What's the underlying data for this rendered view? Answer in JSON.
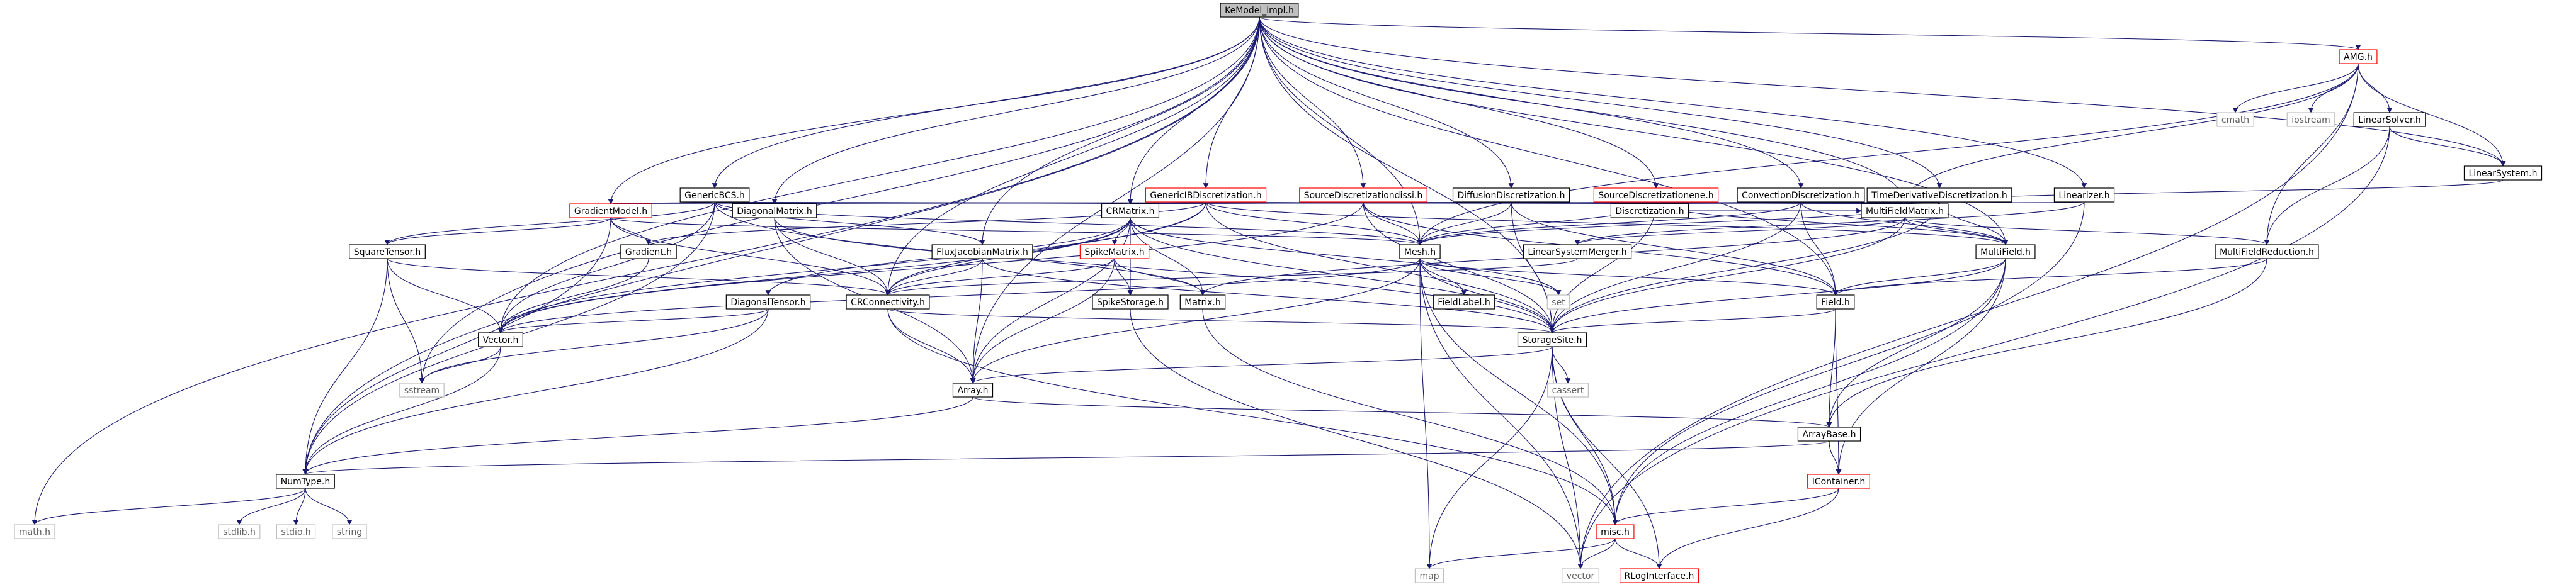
{
  "diagram": {
    "colors": {
      "root_fill": "#bfbfbf",
      "node_fill": "#ffffff",
      "node_stroke": "#000000",
      "red_stroke": "#ff0000",
      "system_stroke": "#bfbfbf",
      "edge": "#191970",
      "text": "#000000",
      "system_text": "#606060"
    },
    "nodes": [
      {
        "id": "KeModel_impl.h",
        "label": "KeModel_impl.h",
        "style": "root"
      },
      {
        "id": "AMG.h",
        "label": "AMG.h",
        "style": "red"
      },
      {
        "id": "cmath",
        "label": "cmath",
        "style": "system"
      },
      {
        "id": "iostream",
        "label": "iostream",
        "style": "system"
      },
      {
        "id": "LinearSolver.h",
        "label": "LinearSolver.h",
        "style": "normal"
      },
      {
        "id": "LinearSystem.h",
        "label": "LinearSystem.h",
        "style": "normal"
      },
      {
        "id": "GenericBCS.h",
        "label": "GenericBCS.h",
        "style": "normal"
      },
      {
        "id": "GenericIBDiscretization.h",
        "label": "GenericIBDiscretization.h",
        "style": "red"
      },
      {
        "id": "SourceDiscretizationdissi.h",
        "label": "SourceDiscretizationdissi.h",
        "style": "red"
      },
      {
        "id": "DiffusionDiscretization.h",
        "label": "DiffusionDiscretization.h",
        "style": "normal"
      },
      {
        "id": "SourceDiscretizationene.h",
        "label": "SourceDiscretizationene.h",
        "style": "red"
      },
      {
        "id": "ConvectionDiscretization.h",
        "label": "ConvectionDiscretization.h",
        "style": "normal"
      },
      {
        "id": "TimeDerivativeDiscretization.h",
        "label": "TimeDerivativeDiscretization.h",
        "style": "normal"
      },
      {
        "id": "Linearizer.h",
        "label": "Linearizer.h",
        "style": "normal"
      },
      {
        "id": "GradientModel.h",
        "label": "GradientModel.h",
        "style": "red"
      },
      {
        "id": "DiagonalMatrix.h",
        "label": "DiagonalMatrix.h",
        "style": "normal"
      },
      {
        "id": "CRMatrix.h",
        "label": "CRMatrix.h",
        "style": "normal"
      },
      {
        "id": "Discretization.h",
        "label": "Discretization.h",
        "style": "normal"
      },
      {
        "id": "MultiFieldMatrix.h",
        "label": "MultiFieldMatrix.h",
        "style": "normal"
      },
      {
        "id": "SquareTensor.h",
        "label": "SquareTensor.h",
        "style": "normal"
      },
      {
        "id": "Gradient.h",
        "label": "Gradient.h",
        "style": "normal"
      },
      {
        "id": "FluxJacobianMatrix.h",
        "label": "FluxJacobianMatrix.h",
        "style": "normal"
      },
      {
        "id": "SpikeMatrix.h",
        "label": "SpikeMatrix.h",
        "style": "red"
      },
      {
        "id": "Mesh.h",
        "label": "Mesh.h",
        "style": "normal"
      },
      {
        "id": "LinearSystemMerger.h",
        "label": "LinearSystemMerger.h",
        "style": "normal"
      },
      {
        "id": "MultiField.h",
        "label": "MultiField.h",
        "style": "normal"
      },
      {
        "id": "MultiFieldReduction.h",
        "label": "MultiFieldReduction.h",
        "style": "normal"
      },
      {
        "id": "DiagonalTensor.h",
        "label": "DiagonalTensor.h",
        "style": "normal"
      },
      {
        "id": "CRConnectivity.h",
        "label": "CRConnectivity.h",
        "style": "normal"
      },
      {
        "id": "SpikeStorage.h",
        "label": "SpikeStorage.h",
        "style": "normal"
      },
      {
        "id": "Matrix.h",
        "label": "Matrix.h",
        "style": "normal"
      },
      {
        "id": "FieldLabel.h",
        "label": "FieldLabel.h",
        "style": "normal"
      },
      {
        "id": "set",
        "label": "set",
        "style": "system"
      },
      {
        "id": "Field.h",
        "label": "Field.h",
        "style": "normal"
      },
      {
        "id": "Vector.h",
        "label": "Vector.h",
        "style": "normal"
      },
      {
        "id": "StorageSite.h",
        "label": "StorageSite.h",
        "style": "normal"
      },
      {
        "id": "sstream",
        "label": "sstream",
        "style": "system"
      },
      {
        "id": "cassert",
        "label": "cassert",
        "style": "system"
      },
      {
        "id": "Array.h",
        "label": "Array.h",
        "style": "normal"
      },
      {
        "id": "ArrayBase.h",
        "label": "ArrayBase.h",
        "style": "normal"
      },
      {
        "id": "NumType.h",
        "label": "NumType.h",
        "style": "normal"
      },
      {
        "id": "IContainer.h",
        "label": "IContainer.h",
        "style": "red"
      },
      {
        "id": "math.h",
        "label": "math.h",
        "style": "system"
      },
      {
        "id": "stdlib.h",
        "label": "stdlib.h",
        "style": "system"
      },
      {
        "id": "stdio.h",
        "label": "stdio.h",
        "style": "system"
      },
      {
        "id": "string",
        "label": "string",
        "style": "system"
      },
      {
        "id": "misc.h",
        "label": "misc.h",
        "style": "red"
      },
      {
        "id": "map",
        "label": "map",
        "style": "system"
      },
      {
        "id": "vector",
        "label": "vector",
        "style": "system"
      },
      {
        "id": "RLogInterface.h",
        "label": "RLogInterface.h",
        "style": "red"
      }
    ],
    "edges": [
      [
        "KeModel_impl.h",
        "AMG.h"
      ],
      [
        "KeModel_impl.h",
        "LinearSystem.h"
      ],
      [
        "KeModel_impl.h",
        "GenericBCS.h"
      ],
      [
        "KeModel_impl.h",
        "GenericIBDiscretization.h"
      ],
      [
        "KeModel_impl.h",
        "SourceDiscretizationdissi.h"
      ],
      [
        "KeModel_impl.h",
        "DiffusionDiscretization.h"
      ],
      [
        "KeModel_impl.h",
        "SourceDiscretizationene.h"
      ],
      [
        "KeModel_impl.h",
        "ConvectionDiscretization.h"
      ],
      [
        "KeModel_impl.h",
        "TimeDerivativeDiscretization.h"
      ],
      [
        "KeModel_impl.h",
        "Linearizer.h"
      ],
      [
        "KeModel_impl.h",
        "GradientModel.h"
      ],
      [
        "KeModel_impl.h",
        "DiagonalMatrix.h"
      ],
      [
        "KeModel_impl.h",
        "CRMatrix.h"
      ],
      [
        "KeModel_impl.h",
        "FluxJacobianMatrix.h"
      ],
      [
        "KeModel_impl.h",
        "Mesh.h"
      ],
      [
        "KeModel_impl.h",
        "MultiFieldMatrix.h"
      ],
      [
        "KeModel_impl.h",
        "MultiField.h"
      ],
      [
        "KeModel_impl.h",
        "Field.h"
      ],
      [
        "KeModel_impl.h",
        "CRConnectivity.h"
      ],
      [
        "KeModel_impl.h",
        "Vector.h"
      ],
      [
        "KeModel_impl.h",
        "StorageSite.h"
      ],
      [
        "KeModel_impl.h",
        "Array.h"
      ],
      [
        "KeModel_impl.h",
        "NumType.h"
      ],
      [
        "KeModel_impl.h",
        "sstream"
      ],
      [
        "KeModel_impl.h",
        "math.h"
      ],
      [
        "AMG.h",
        "cmath"
      ],
      [
        "AMG.h",
        "iostream"
      ],
      [
        "AMG.h",
        "LinearSolver.h"
      ],
      [
        "AMG.h",
        "LinearSystem.h"
      ],
      [
        "AMG.h",
        "MultiFieldReduction.h"
      ],
      [
        "AMG.h",
        "MultiFieldMatrix.h"
      ],
      [
        "AMG.h",
        "Mesh.h"
      ],
      [
        "AMG.h",
        "vector"
      ],
      [
        "LinearSolver.h",
        "LinearSystem.h"
      ],
      [
        "LinearSolver.h",
        "MultiFieldReduction.h"
      ],
      [
        "LinearSolver.h",
        "vector"
      ],
      [
        "LinearSystem.h",
        "MultiFieldMatrix.h"
      ],
      [
        "GenericBCS.h",
        "GradientModel.h"
      ],
      [
        "GenericBCS.h",
        "DiagonalMatrix.h"
      ],
      [
        "GenericBCS.h",
        "SquareTensor.h"
      ],
      [
        "GenericBCS.h",
        "Mesh.h"
      ],
      [
        "GenericBCS.h",
        "CRMatrix.h"
      ],
      [
        "GenericBCS.h",
        "Discretization.h"
      ],
      [
        "GenericBCS.h",
        "MultiFieldMatrix.h"
      ],
      [
        "GenericBCS.h",
        "FluxJacobianMatrix.h"
      ],
      [
        "GenericBCS.h",
        "Vector.h"
      ],
      [
        "GenericBCS.h",
        "NumType.h"
      ],
      [
        "GenericBCS.h",
        "StorageSite.h"
      ],
      [
        "GenericIBDiscretization.h",
        "CRMatrix.h"
      ],
      [
        "GenericIBDiscretization.h",
        "Mesh.h"
      ],
      [
        "GenericIBDiscretization.h",
        "Discretization.h"
      ],
      [
        "GenericIBDiscretization.h",
        "MultiFieldMatrix.h"
      ],
      [
        "GenericIBDiscretization.h",
        "MultiField.h"
      ],
      [
        "GenericIBDiscretization.h",
        "Gradient.h"
      ],
      [
        "GenericIBDiscretization.h",
        "Vector.h"
      ],
      [
        "GenericIBDiscretization.h",
        "StorageSite.h"
      ],
      [
        "GenericIBDiscretization.h",
        "CRConnectivity.h"
      ],
      [
        "SourceDiscretizationdissi.h",
        "Mesh.h"
      ],
      [
        "SourceDiscretizationdissi.h",
        "Discretization.h"
      ],
      [
        "SourceDiscretizationdissi.h",
        "MultiFieldMatrix.h"
      ],
      [
        "SourceDiscretizationdissi.h",
        "CRMatrix.h"
      ],
      [
        "SourceDiscretizationdissi.h",
        "Field.h"
      ],
      [
        "SourceDiscretizationdissi.h",
        "Vector.h"
      ],
      [
        "SourceDiscretizationdissi.h",
        "StorageSite.h"
      ],
      [
        "DiffusionDiscretization.h",
        "Mesh.h"
      ],
      [
        "DiffusionDiscretization.h",
        "Discretization.h"
      ],
      [
        "DiffusionDiscretization.h",
        "MultiFieldMatrix.h"
      ],
      [
        "DiffusionDiscretization.h",
        "CRMatrix.h"
      ],
      [
        "DiffusionDiscretization.h",
        "DiagonalMatrix.h"
      ],
      [
        "DiffusionDiscretization.h",
        "GradientModel.h"
      ],
      [
        "DiffusionDiscretization.h",
        "StorageSite.h"
      ],
      [
        "DiffusionDiscretization.h",
        "Field.h"
      ],
      [
        "SourceDiscretizationene.h",
        "Mesh.h"
      ],
      [
        "SourceDiscretizationene.h",
        "Discretization.h"
      ],
      [
        "SourceDiscretizationene.h",
        "MultiFieldMatrix.h"
      ],
      [
        "SourceDiscretizationene.h",
        "CRMatrix.h"
      ],
      [
        "SourceDiscretizationene.h",
        "MultiField.h"
      ],
      [
        "SourceDiscretizationene.h",
        "StorageSite.h"
      ],
      [
        "ConvectionDiscretization.h",
        "Mesh.h"
      ],
      [
        "ConvectionDiscretization.h",
        "Discretization.h"
      ],
      [
        "ConvectionDiscretization.h",
        "MultiFieldMatrix.h"
      ],
      [
        "ConvectionDiscretization.h",
        "CRMatrix.h"
      ],
      [
        "ConvectionDiscretization.h",
        "MultiField.h"
      ],
      [
        "ConvectionDiscretization.h",
        "Field.h"
      ],
      [
        "ConvectionDiscretization.h",
        "StorageSite.h"
      ],
      [
        "TimeDerivativeDiscretization.h",
        "Mesh.h"
      ],
      [
        "TimeDerivativeDiscretization.h",
        "Discretization.h"
      ],
      [
        "TimeDerivativeDiscretization.h",
        "MultiFieldMatrix.h"
      ],
      [
        "TimeDerivativeDiscretization.h",
        "MultiField.h"
      ],
      [
        "TimeDerivativeDiscretization.h",
        "CRMatrix.h"
      ],
      [
        "TimeDerivativeDiscretization.h",
        "StorageSite.h"
      ],
      [
        "Linearizer.h",
        "Discretization.h"
      ],
      [
        "Linearizer.h",
        "LinearSystemMerger.h"
      ],
      [
        "Linearizer.h",
        "misc.h"
      ],
      [
        "GradientModel.h",
        "Gradient.h"
      ],
      [
        "GradientModel.h",
        "SquareTensor.h"
      ],
      [
        "GradientModel.h",
        "Mesh.h"
      ],
      [
        "GradientModel.h",
        "CRConnectivity.h"
      ],
      [
        "GradientModel.h",
        "NumType.h"
      ],
      [
        "DiagonalMatrix.h",
        "Matrix.h"
      ],
      [
        "DiagonalMatrix.h",
        "CRConnectivity.h"
      ],
      [
        "DiagonalMatrix.h",
        "Array.h"
      ],
      [
        "CRMatrix.h",
        "SpikeMatrix.h"
      ],
      [
        "CRMatrix.h",
        "Matrix.h"
      ],
      [
        "CRMatrix.h",
        "CRConnectivity.h"
      ],
      [
        "CRMatrix.h",
        "Array.h"
      ],
      [
        "CRMatrix.h",
        "StorageSite.h"
      ],
      [
        "CRMatrix.h",
        "DiagonalTensor.h"
      ],
      [
        "CRMatrix.h",
        "Vector.h"
      ],
      [
        "CRMatrix.h",
        "set"
      ],
      [
        "CRMatrix.h",
        "SpikeStorage.h"
      ],
      [
        "Discretization.h",
        "MultiFieldMatrix.h"
      ],
      [
        "MultiFieldMatrix.h",
        "MultiField.h"
      ],
      [
        "MultiFieldMatrix.h",
        "Matrix.h"
      ],
      [
        "MultiFieldMatrix.h",
        "LinearSystemMerger.h"
      ],
      [
        "MultiFieldMatrix.h",
        "MultiFieldReduction.h"
      ],
      [
        "MultiFieldMatrix.h",
        "StorageSite.h"
      ],
      [
        "SquareTensor.h",
        "Vector.h"
      ],
      [
        "SquareTensor.h",
        "NumType.h"
      ],
      [
        "SquareTensor.h",
        "sstream"
      ],
      [
        "SquareTensor.h",
        "CRConnectivity.h"
      ],
      [
        "Gradient.h",
        "Vector.h"
      ],
      [
        "FluxJacobianMatrix.h",
        "CRConnectivity.h"
      ],
      [
        "FluxJacobianMatrix.h",
        "Array.h"
      ],
      [
        "FluxJacobianMatrix.h",
        "StorageSite.h"
      ],
      [
        "SpikeMatrix.h",
        "Matrix.h"
      ],
      [
        "SpikeMatrix.h",
        "SpikeStorage.h"
      ],
      [
        "SpikeMatrix.h",
        "CRConnectivity.h"
      ],
      [
        "SpikeMatrix.h",
        "Array.h"
      ],
      [
        "Mesh.h",
        "StorageSite.h"
      ],
      [
        "Mesh.h",
        "FieldLabel.h"
      ],
      [
        "Mesh.h",
        "Field.h"
      ],
      [
        "Mesh.h",
        "set"
      ],
      [
        "Mesh.h",
        "Vector.h"
      ],
      [
        "Mesh.h",
        "Array.h"
      ],
      [
        "Mesh.h",
        "map"
      ],
      [
        "Mesh.h",
        "vector"
      ],
      [
        "Mesh.h",
        "misc.h"
      ],
      [
        "LinearSystemMerger.h",
        "CRConnectivity.h"
      ],
      [
        "MultiField.h",
        "Field.h"
      ],
      [
        "MultiField.h",
        "StorageSite.h"
      ],
      [
        "MultiField.h",
        "ArrayBase.h"
      ],
      [
        "MultiField.h",
        "IContainer.h"
      ],
      [
        "MultiField.h",
        "misc.h"
      ],
      [
        "MultiFieldReduction.h",
        "Field.h"
      ],
      [
        "MultiFieldReduction.h",
        "ArrayBase.h"
      ],
      [
        "DiagonalTensor.h",
        "Vector.h"
      ],
      [
        "DiagonalTensor.h",
        "NumType.h"
      ],
      [
        "DiagonalTensor.h",
        "sstream"
      ],
      [
        "CRConnectivity.h",
        "Array.h"
      ],
      [
        "CRConnectivity.h",
        "StorageSite.h"
      ],
      [
        "CRConnectivity.h",
        "misc.h"
      ],
      [
        "SpikeStorage.h",
        "vector"
      ],
      [
        "Matrix.h",
        "misc.h"
      ],
      [
        "Field.h",
        "ArrayBase.h"
      ],
      [
        "Field.h",
        "StorageSite.h"
      ],
      [
        "Field.h",
        "IContainer.h"
      ],
      [
        "Vector.h",
        "NumType.h"
      ],
      [
        "Vector.h",
        "sstream"
      ],
      [
        "StorageSite.h",
        "Array.h"
      ],
      [
        "StorageSite.h",
        "cassert"
      ],
      [
        "StorageSite.h",
        "misc.h"
      ],
      [
        "StorageSite.h",
        "map"
      ],
      [
        "StorageSite.h",
        "vector"
      ],
      [
        "StorageSite.h",
        "RLogInterface.h"
      ],
      [
        "Array.h",
        "ArrayBase.h"
      ],
      [
        "Array.h",
        "NumType.h"
      ],
      [
        "ArrayBase.h",
        "NumType.h"
      ],
      [
        "ArrayBase.h",
        "IContainer.h"
      ],
      [
        "IContainer.h",
        "misc.h"
      ],
      [
        "IContainer.h",
        "RLogInterface.h"
      ],
      [
        "NumType.h",
        "math.h"
      ],
      [
        "NumType.h",
        "stdlib.h"
      ],
      [
        "NumType.h",
        "stdio.h"
      ],
      [
        "NumType.h",
        "string"
      ],
      [
        "misc.h",
        "map"
      ],
      [
        "misc.h",
        "vector"
      ],
      [
        "misc.h",
        "RLogInterface.h"
      ]
    ]
  }
}
